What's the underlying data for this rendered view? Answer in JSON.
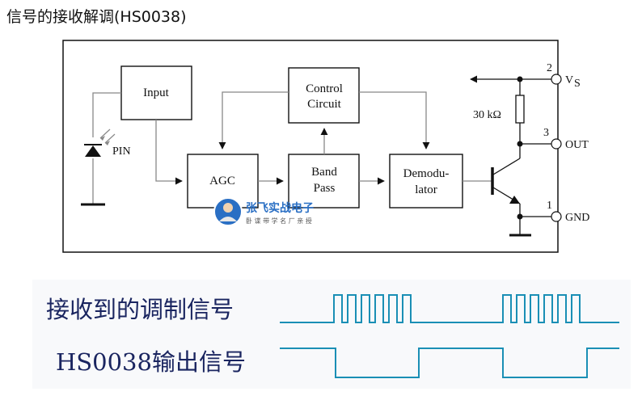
{
  "title": "信号的接收解调(HS0038)",
  "blocks": {
    "input": "Input",
    "control_line1": "Control",
    "control_line2": "Circuit",
    "agc": "AGC",
    "bandpass_line1": "Band",
    "bandpass_line2": "Pass",
    "demod_line1": "Demodu-",
    "demod_line2": "lator"
  },
  "labels": {
    "pin": "PIN",
    "resistor": "30 kΩ"
  },
  "pins": {
    "vs_num": "2",
    "vs_label": "V",
    "vs_sub": "S",
    "out_num": "3",
    "out_label": "OUT",
    "gnd_num": "1",
    "gnd_label": "GND"
  },
  "watermark": {
    "name": "张飞实战电子",
    "slogan": "卧 谍 带 学   名 厂 亲 授"
  },
  "waveforms": {
    "received_label": "接收到的调制信号",
    "output_label": "HS0038输出信号",
    "color": "#1a8fb5"
  }
}
